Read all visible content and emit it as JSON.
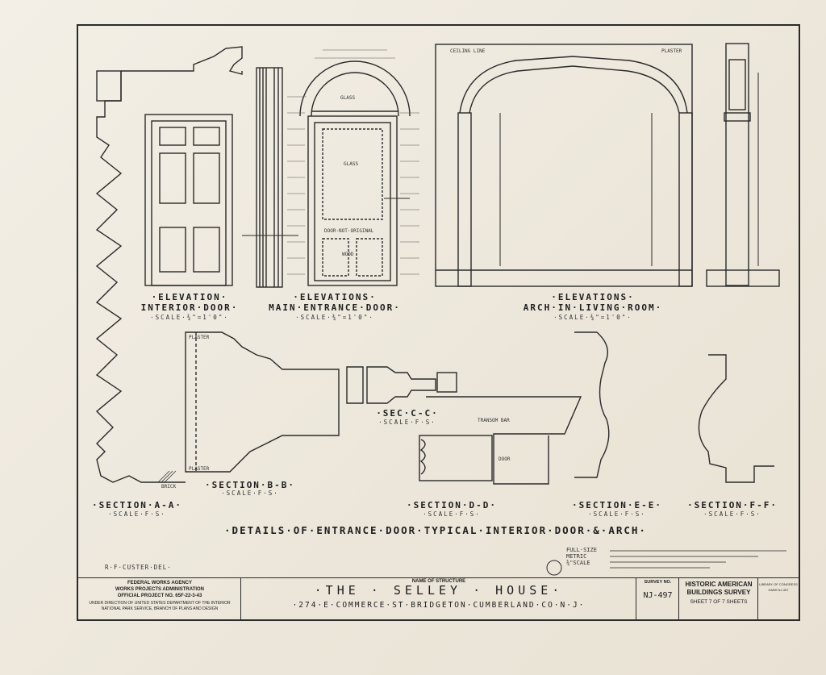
{
  "drawing": {
    "elevation_interior_door": {
      "title": "·ELEVATION·",
      "title2": "INTERIOR·DOOR·",
      "scale": "·SCALE·¾\"=1'0\"·"
    },
    "elevation_main_entrance": {
      "title": "·ELEVATIONS·",
      "title2": "MAIN·ENTRANCE·DOOR·",
      "scale": "·SCALE·¾\"=1'0\"·"
    },
    "elevation_arch": {
      "title": "·ELEVATIONS·",
      "title2": "ARCH·IN·LIVING·ROOM·",
      "scale": "·SCALE·¾\"=1'0\"·"
    },
    "section_aa": {
      "title": "·SECTION·A-A·",
      "scale": "·SCALE·F·S·"
    },
    "section_bb": {
      "title": "·SECTION·B-B·",
      "scale": "·SCALE·F·S·"
    },
    "section_cc": {
      "title": "·SEC·C-C·",
      "scale": "·SCALE·F·S·"
    },
    "section_dd": {
      "title": "·SECTION·D-D·",
      "scale": "·SCALE·F·S·"
    },
    "section_ee": {
      "title": "·SECTION·E-E·",
      "scale": "·SCALE·F·S·"
    },
    "section_ff": {
      "title": "·SECTION·F-F·",
      "scale": "·SCALE·F·S·"
    },
    "main_title": "·DETAILS·OF·ENTRANCE·DOOR·TYPICAL·INTERIOR·DOOR·&·ARCH·",
    "annotations": {
      "ceiling_line": "CEILING LINE",
      "plaster": "PLASTER",
      "glass_top": "GLASS",
      "glass_main": "GLASS",
      "door_original": "DOOR·NOT·ORIGINAL",
      "wood": "WOOD",
      "transom_bar": "TRANSOM BAR",
      "door": "DOOR",
      "plaster_bb": "PLASTER",
      "plaster_bb2": "PLASTER",
      "brick": "BRICK"
    },
    "scale_bar": {
      "full_size": "FULL·SIZE",
      "metric": "METRIC",
      "three_quarter": "¾\"SCALE"
    },
    "delineator": "R·F·CUSTER·DEL·"
  },
  "title_block": {
    "agency_line1": "FEDERAL WORKS AGENCY",
    "agency_line2": "WORKS PROJECTS ADMINISTRATION",
    "agency_line3": "OFFICIAL PROJECT NO. 65F-22-3-43",
    "agency_line4": "UNDER DIRECTION OF UNITED STATES DEPARTMENT OF THE INTERIOR",
    "agency_line5": "NATIONAL PARK SERVICE, BRANCH OF PLANS AND DESIGN",
    "name_label": "NAME OF STRUCTURE",
    "structure_name": "·THE · SELLEY · HOUSE·",
    "address": "·274·E·COMMERCE·ST·BRIDGETON·CUMBERLAND·CO·N·J·",
    "survey_label": "SURVEY NO.",
    "survey_no": "NJ-497",
    "habs_line1": "HISTORIC AMERICAN",
    "habs_line2": "BUILDINGS SURVEY",
    "sheet": "SHEET 7 OF 7 SHEETS",
    "library_line1": "LIBRARY OF CONGRESS",
    "library_line2": "HABS NJ-497"
  }
}
